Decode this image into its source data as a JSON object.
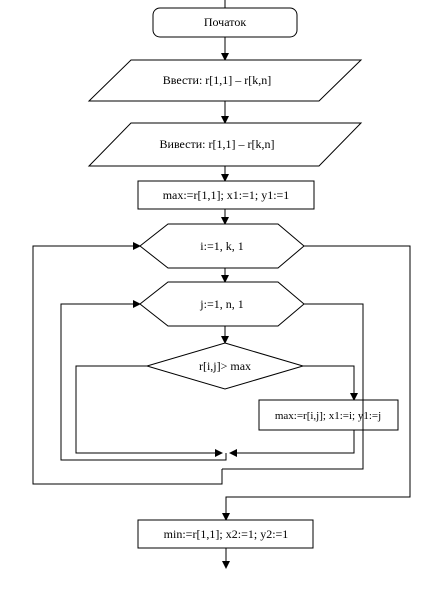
{
  "flowchart": {
    "start_label": "Початок",
    "input_label": "Ввести: r[1,1] – r[k,n]",
    "output_label": "Вивести: r[1,1] – r[k,n]",
    "init_max_label": "max:=r[1,1]; x1:=1; y1:=1",
    "outer_loop_label": "i:=1, k, 1",
    "inner_loop_label": "j:=1, n, 1",
    "condition_label": "r[i,j]> max",
    "update_max_label": "max:=r[i,j]; x1:=i; y1:=j",
    "init_min_label": "min:=r[1,1]; x2:=1; y2:=1"
  }
}
